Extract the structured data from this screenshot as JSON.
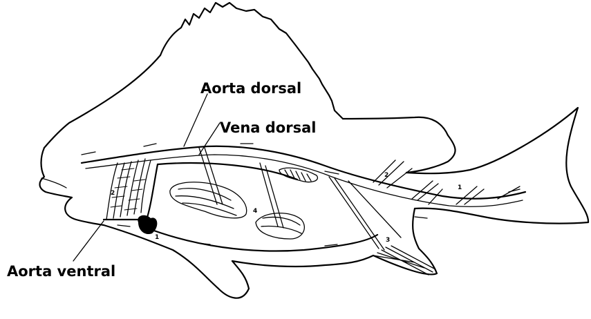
{
  "labels": {
    "aorta_dorsal": "Aorta dorsal",
    "vena_dorsal": "Vena dorsal",
    "aorta_ventral": "Aorta ventral"
  },
  "numbers": {
    "n1_heart": "1",
    "n1_tail": "1",
    "n2_gill": "2",
    "n2_back": "2",
    "n3_anal": "3",
    "n4_gut": "4"
  }
}
